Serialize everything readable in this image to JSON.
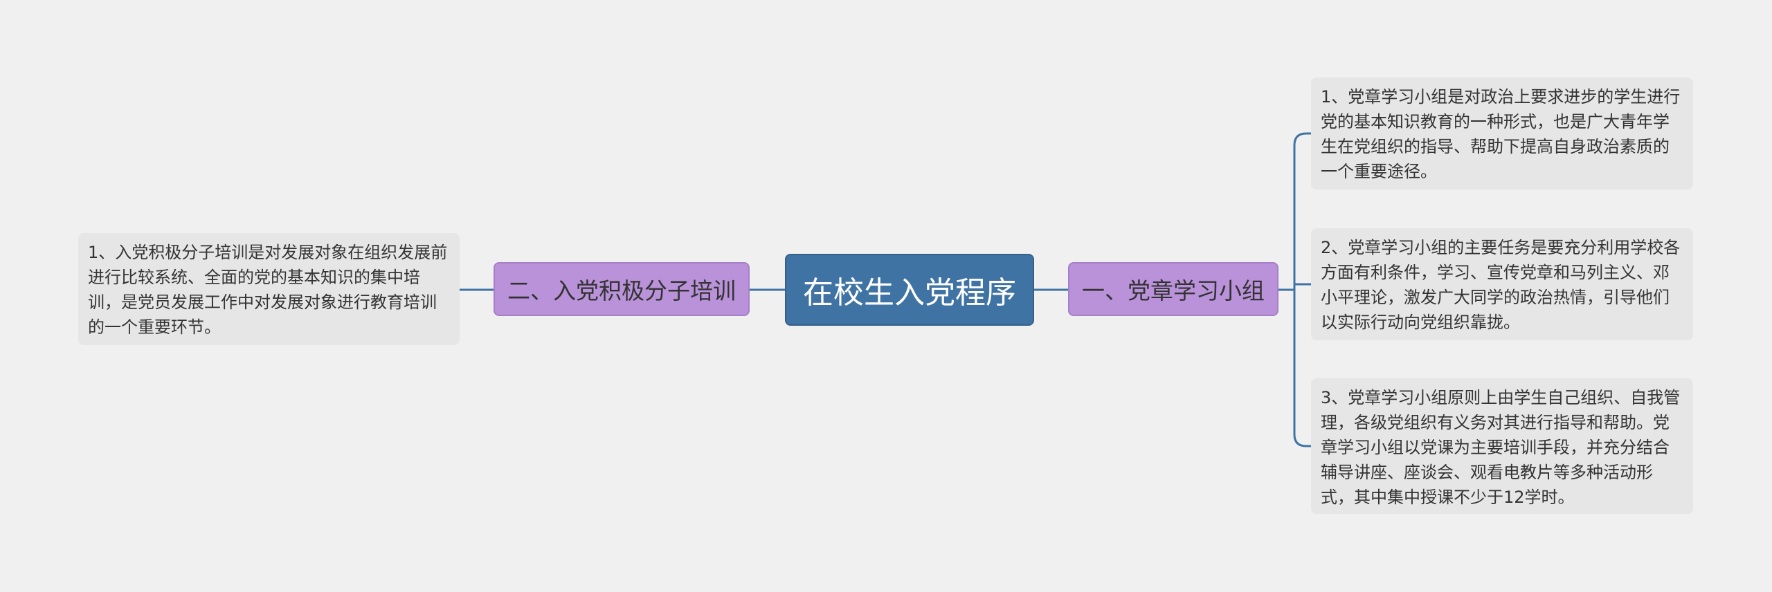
{
  "root": {
    "label": "在校生入党程序"
  },
  "branches": [
    {
      "label": "一、党章学习小组",
      "children": [
        "1、党章学习小组是对政治上要求进步的学生进行党的基本知识教育的一种形式，也是广大青年学生在党组织的指导、帮助下提高自身政治素质的一个重要途径。",
        "2、党章学习小组的主要任务是要充分利用学校各方面有利条件，学习、宣传党章和马列主义、邓小平理论，激发广大同学的政治热情，引导他们以实际行动向党组织靠拢。",
        "3、党章学习小组原则上由学生自己组织、自我管理，各级党组织有义务对其进行指导和帮助。党章学习小组以党课为主要培训手段，并充分结合辅导讲座、座谈会、观看电教片等多种活动形式，其中集中授课不少于12学时。"
      ]
    },
    {
      "label": "二、入党积极分子培训",
      "children": [
        "1、入党积极分子培训是对发展对象在组织发展前进行比较系统、全面的党的基本知识的集中培训，是党员发展工作中对发展对象进行教育培训的一个重要环节。"
      ]
    }
  ],
  "colors": {
    "background": "#f0f0f0",
    "root_fill": "#3f73a4",
    "branch_fill": "#b992d9",
    "leaf_fill": "#e6e6e6",
    "connector": "#3f73a4"
  }
}
